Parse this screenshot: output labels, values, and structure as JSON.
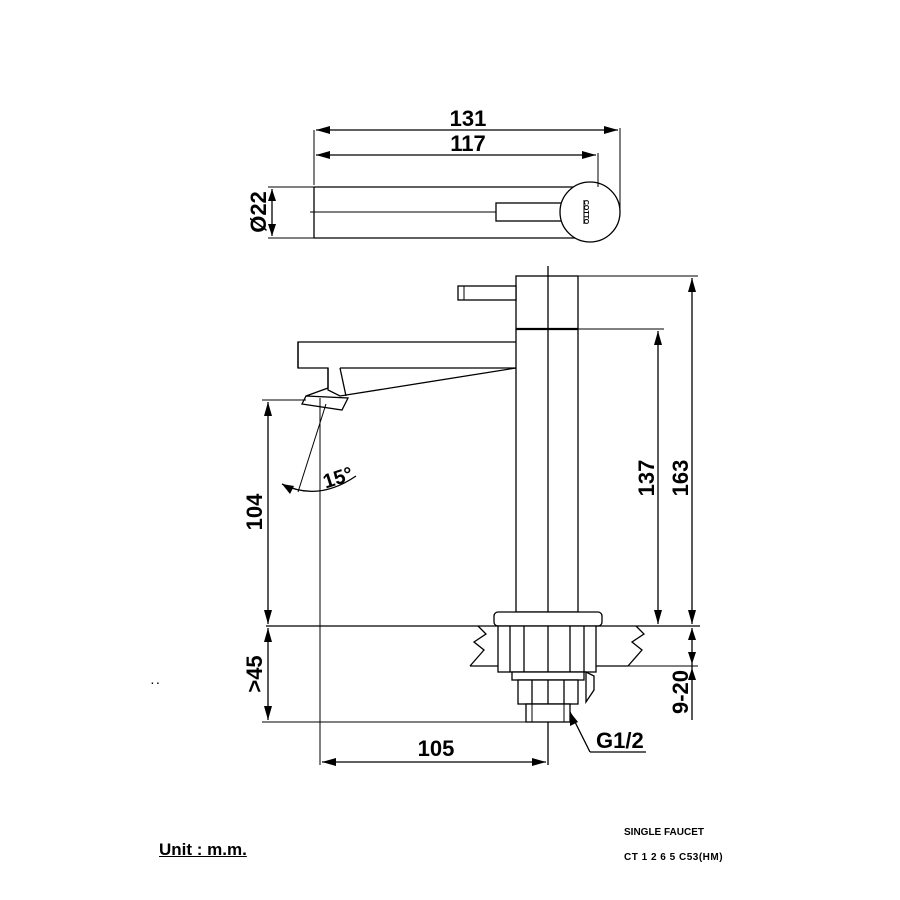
{
  "dimensions": {
    "total_length": "131",
    "spout_length": "117",
    "diameter": "Ø22",
    "spray_angle": "15°",
    "spout_height": "104",
    "body_height": "137",
    "total_height": "163",
    "min_depth": ">45",
    "deck_thickness": "9-20",
    "reach": "105",
    "thread": "G1/2"
  },
  "logo_text": "COTTO",
  "unit_label": "Unit : m.m.",
  "title_block": {
    "product_name": "SINGLE FAUCET",
    "model": "CT 1 2 6 5 C53(HM)"
  },
  "marks": ". ."
}
